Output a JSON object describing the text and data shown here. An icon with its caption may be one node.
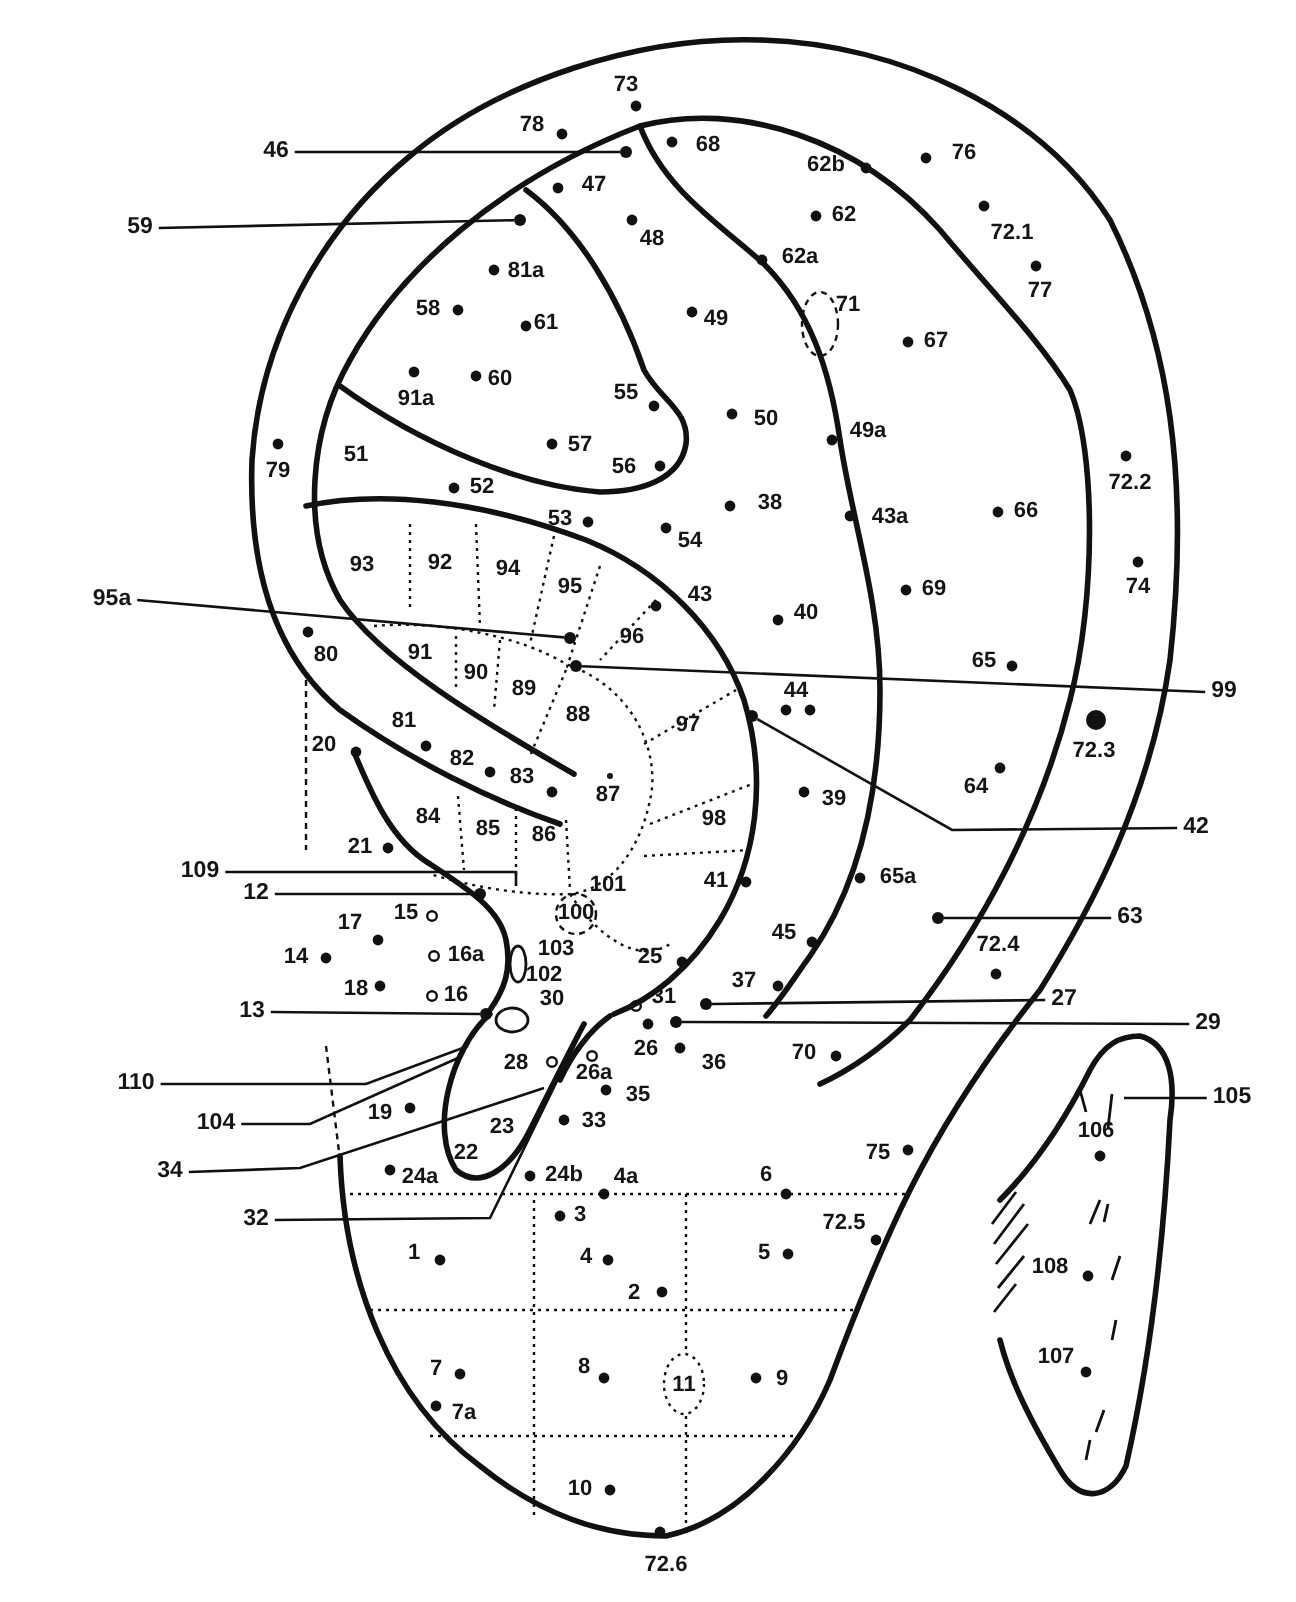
{
  "diagram": {
    "nodes": [
      {
        "text": [
          "46"
        ]
      },
      {
        "text": [],
        "shape": "circle"
      },
      {
        "text": [
          "59"
        ]
      },
      {
        "text": [],
        "shape": "circle"
      },
      {
        "text": [
          "95a"
        ]
      },
      {
        "text": [],
        "shape": "circle"
      },
      {
        "text": [
          "99"
        ]
      },
      {
        "text": [],
        "shape": "circle"
      },
      {
        "text": [
          "42"
        ]
      },
      {
        "text": [],
        "shape": "circle"
      },
      {
        "text": [
          "109"
        ]
      },
      {
        "text": [
          "12"
        ]
      },
      {
        "text": [],
        "shape": "circle"
      },
      {
        "text": [
          "13"
        ]
      },
      {
        "text": [],
        "shape": "circle"
      },
      {
        "text": [
          "110"
        ]
      },
      {
        "text": [
          "104"
        ]
      },
      {
        "text": [
          "34"
        ]
      },
      {
        "text": [
          "32"
        ]
      },
      {
        "text": [
          "63"
        ]
      },
      {
        "text": [],
        "shape": "circle"
      },
      {
        "text": [
          "27"
        ]
      },
      {
        "text": [],
        "shape": "circle"
      },
      {
        "text": [
          "29"
        ]
      },
      {
        "text": [],
        "shape": "circle"
      },
      {
        "text": [
          "105"
        ]
      }
    ],
    "edges": [
      {
        "from": 0,
        "to": 1,
        "arrow": "none"
      },
      {
        "from": 2,
        "to": 3,
        "arrow": "none"
      },
      {
        "from": 4,
        "to": 5,
        "arrow": "none"
      },
      {
        "from": 6,
        "to": 7,
        "arrow": "none"
      },
      {
        "from": 8,
        "to": 9,
        "arrow": "none"
      },
      {
        "from": 10,
        "to": null,
        "arrow": "none"
      },
      {
        "from": 11,
        "to": 12,
        "arrow": "none"
      },
      {
        "from": 13,
        "to": 14,
        "arrow": "none"
      },
      {
        "from": 15,
        "to": null,
        "arrow": "none"
      },
      {
        "from": 16,
        "to": null,
        "arrow": "none"
      },
      {
        "from": 17,
        "to": null,
        "arrow": "none"
      },
      {
        "from": 18,
        "to": null,
        "arrow": "none"
      },
      {
        "from": 19,
        "to": 20,
        "arrow": "none"
      },
      {
        "from": 21,
        "to": 22,
        "arrow": "none"
      },
      {
        "from": 23,
        "to": 24,
        "arrow": "none"
      },
      {
        "from": 25,
        "to": null,
        "arrow": "none"
      }
    ],
    "labels": [
      "73",
      "78",
      "68",
      "76",
      "62b",
      "47",
      "62",
      "72.1",
      "48",
      "62a",
      "81a",
      "77",
      "71",
      "58",
      "49",
      "61",
      "67",
      "60",
      "91a",
      "55",
      "50",
      "49a",
      "57",
      "79",
      "51",
      "56",
      "72.2",
      "52",
      "38",
      "66",
      "43a",
      "53",
      "54",
      "93",
      "92",
      "94",
      "95",
      "74",
      "69",
      "43",
      "40",
      "96",
      "80",
      "91",
      "65",
      "90",
      "89",
      "44",
      "88",
      "81",
      "97",
      "20",
      "72.3",
      "82",
      "83",
      "64",
      "87",
      "39",
      "84",
      "98",
      "85",
      "86",
      "21",
      "65a",
      "41",
      "101",
      "15",
      "100",
      "17",
      "45",
      "72.4",
      "103",
      "14",
      "16a",
      "25",
      "102",
      "37",
      "18",
      "16",
      "31",
      "30",
      "26",
      "36",
      "70",
      "28",
      "26a",
      "35",
      "19",
      "33",
      "23",
      "75",
      "22",
      "24a",
      "24b",
      "4a",
      "6",
      "3",
      "72.5",
      "1",
      "5",
      "4",
      "2",
      "7",
      "8",
      "11",
      "9",
      "7a",
      "10",
      "72.6",
      "106",
      "108",
      "107"
    ]
  }
}
